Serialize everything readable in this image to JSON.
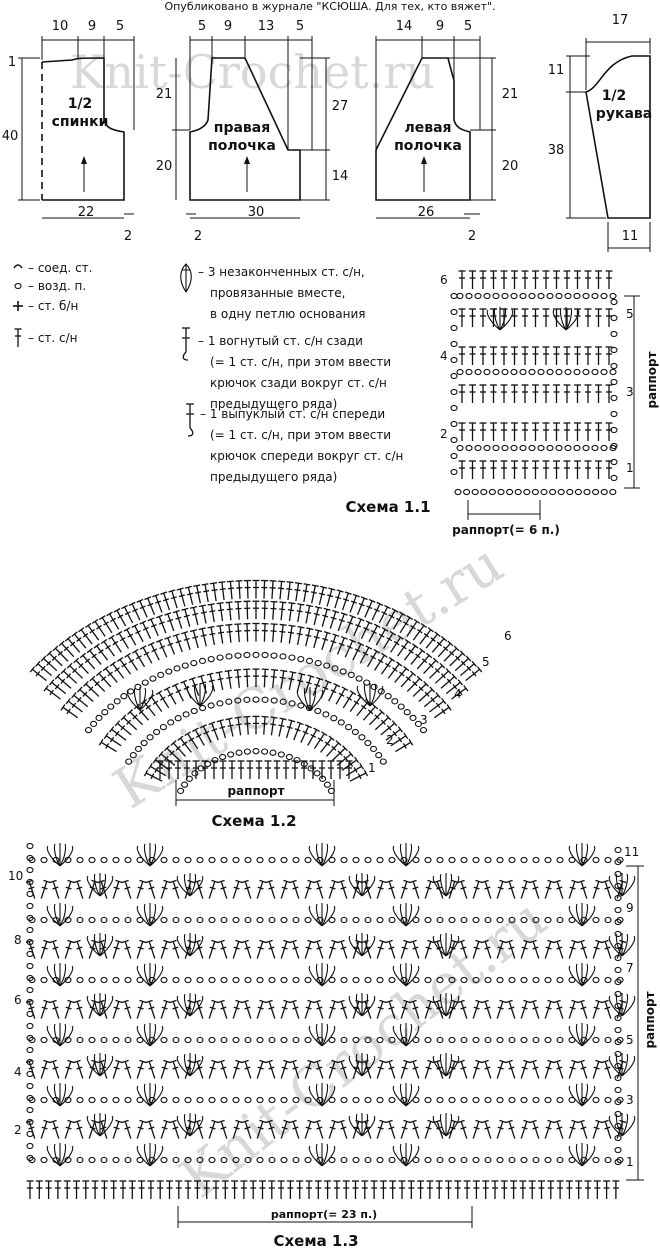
{
  "header": {
    "publication": "Опубликовано в журнале \"КСЮША. Для тех, кто вяжет\"."
  },
  "watermark": "Knit-Crochet.ru",
  "patterns": {
    "back": {
      "label_line1": "1/2",
      "label_line2": "спинки",
      "dims": {
        "top": [
          "10",
          "9",
          "5"
        ],
        "left_top": "1",
        "left": "40",
        "bottom": "22",
        "right_bottom": "2"
      }
    },
    "right_front": {
      "label_line1": "правая",
      "label_line2": "полочка",
      "dims": {
        "top": [
          "5",
          "9",
          "13",
          "5"
        ],
        "left_top": "21",
        "left_bottom": "20",
        "right_top": "27",
        "right_bottom": "14",
        "bottom": "30",
        "left_corner": "2"
      }
    },
    "left_front": {
      "label_line1": "левая",
      "label_line2": "полочка",
      "dims": {
        "top": [
          "14",
          "9",
          "5"
        ],
        "right_top": "21",
        "right_bottom": "20",
        "bottom": "26",
        "right_corner": "2"
      }
    },
    "sleeve": {
      "label_line1": "1/2",
      "label_line2": "рукава",
      "dims": {
        "top": "17",
        "left_top": "11",
        "left": "38",
        "bottom": "11"
      }
    }
  },
  "legend_left": [
    {
      "symbol": "slip-stitch",
      "text": "– соед. ст."
    },
    {
      "symbol": "chain",
      "text": "– возд. п."
    },
    {
      "symbol": "sc",
      "text": "– ст. б/н"
    },
    {
      "symbol": "dc",
      "text": "– ст. с/н"
    }
  ],
  "legend_right": [
    {
      "symbol": "cluster",
      "lines": [
        "– 3 незаконченных ст. с/н,",
        "провязанные вместе,",
        "в одну петлю основания"
      ]
    },
    {
      "symbol": "bpdc",
      "lines": [
        "– 1 вогнутый ст. с/н сзади",
        "(= 1 ст. с/н, при этом ввести",
        "крючок сзади вокруг ст. с/н",
        "предыдущего ряда)"
      ]
    },
    {
      "symbol": "fpdc",
      "lines": [
        "– 1 выпуклый ст. с/н спереди",
        "(= 1 ст. с/н, при этом ввести",
        "крючок спереди вокруг ст. с/н",
        "предыдущего ряда)"
      ]
    }
  ],
  "scheme1": {
    "title": "Схема 1.1",
    "repeat_bottom": "раппорт(= 6 п.)",
    "repeat_side": "раппорт",
    "rows_right": [
      "1",
      "3",
      "5"
    ],
    "rows_left": [
      "2",
      "4",
      "6"
    ]
  },
  "scheme2": {
    "title": "Схема 1.2",
    "repeat": "раппорт",
    "rows": [
      "1",
      "2",
      "3",
      "4",
      "5",
      "6"
    ]
  },
  "scheme3": {
    "title": "Схема 1.3",
    "repeat_bottom": "раппорт(= 23 п.)",
    "repeat_side": "раппорт",
    "rows_right": [
      "1",
      "3",
      "5",
      "7",
      "9",
      "11"
    ],
    "rows_left": [
      "2",
      "4",
      "6",
      "8",
      "10"
    ]
  }
}
